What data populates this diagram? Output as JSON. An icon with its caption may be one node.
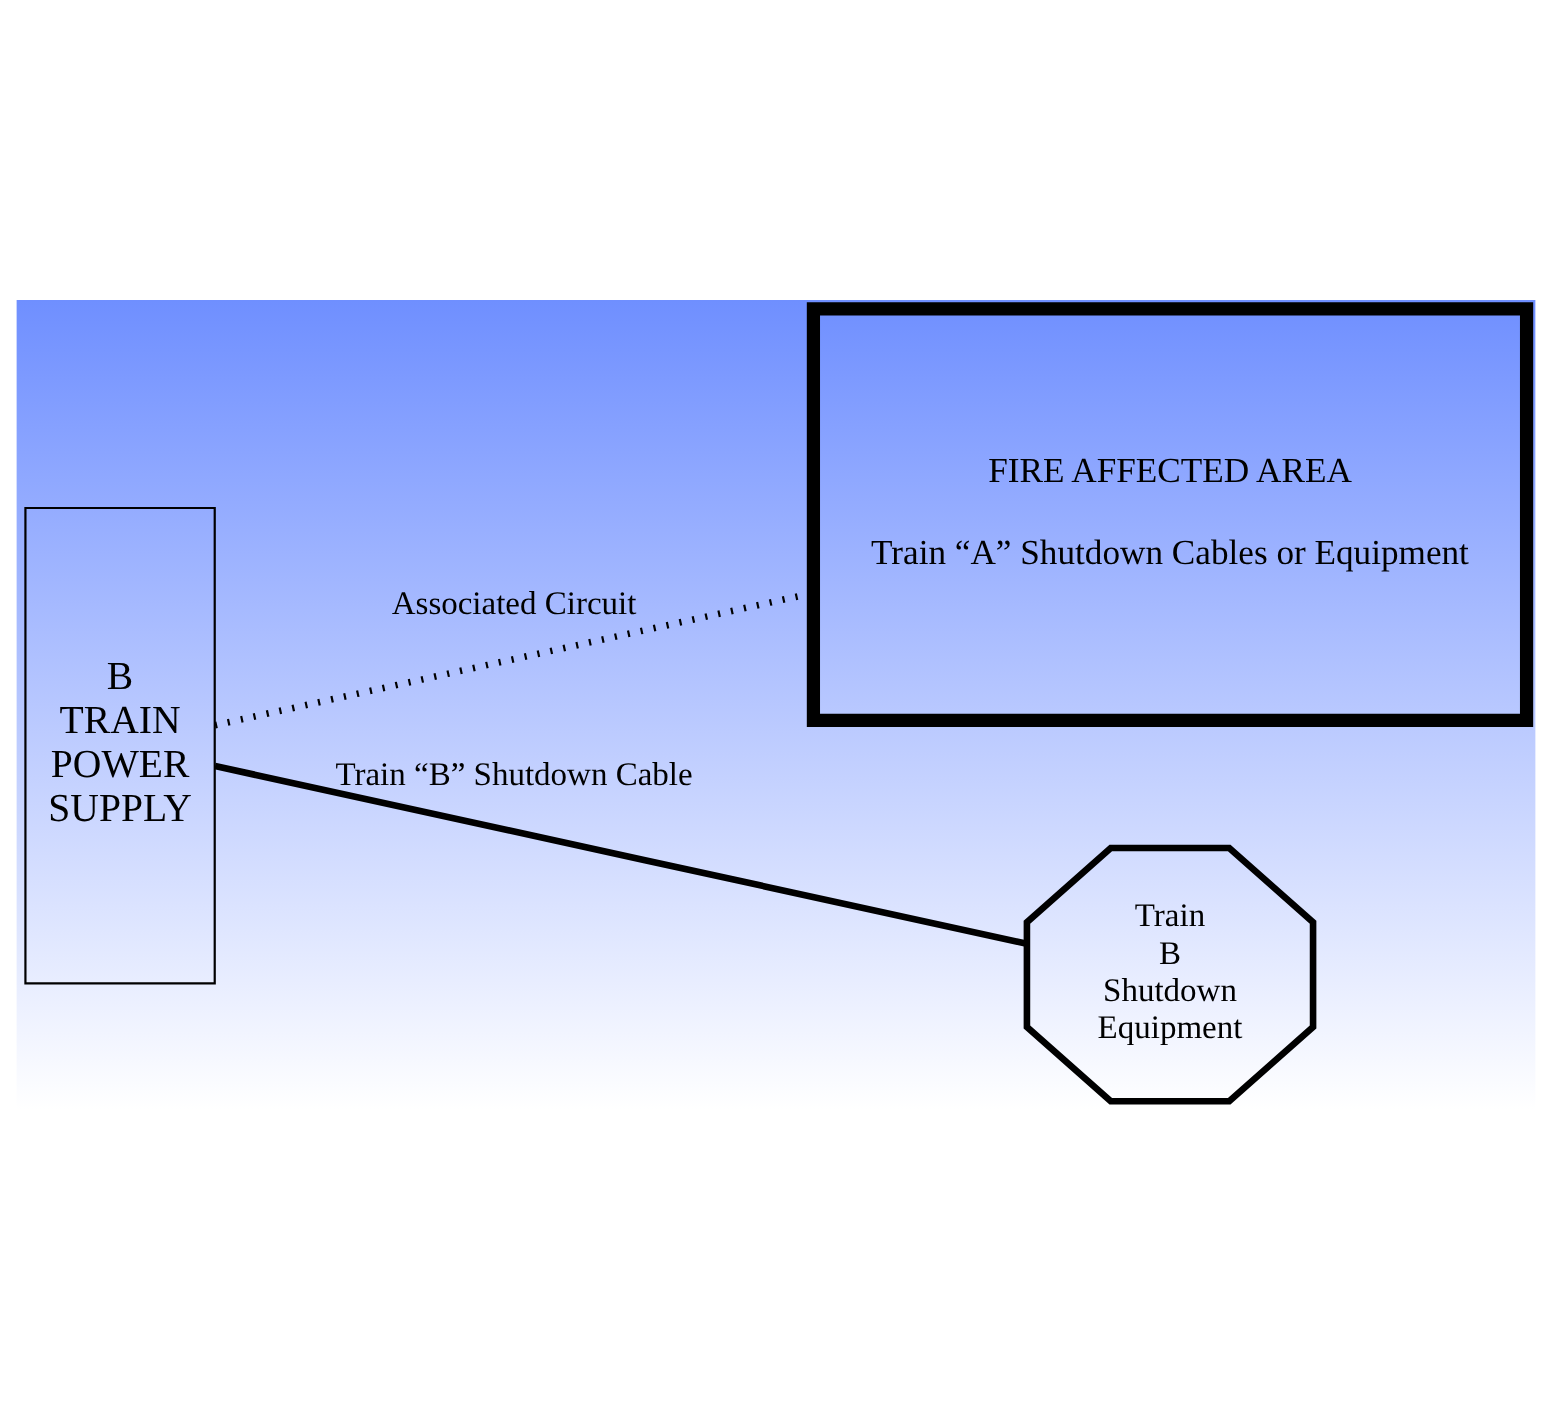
{
  "diagram": {
    "nodes": [
      {
        "text": [
          "FIRE AFFECTED AREA",
          "Train “A” Shutdown Cables or Equipment"
        ]
      },
      {
        "text": [
          "B TRAIN POWER SUPPLY"
        ]
      },
      {
        "text": [
          "Train B Shutdown Equipment"
        ]
      }
    ],
    "edges": [
      {
        "from": 1,
        "to": 0,
        "arrow": "none",
        "label": "Associated Circuit",
        "style": "dashed"
      },
      {
        "from": 1,
        "to": 2,
        "arrow": "none",
        "label": "Train “B” Shutdown Cable"
      }
    ]
  }
}
